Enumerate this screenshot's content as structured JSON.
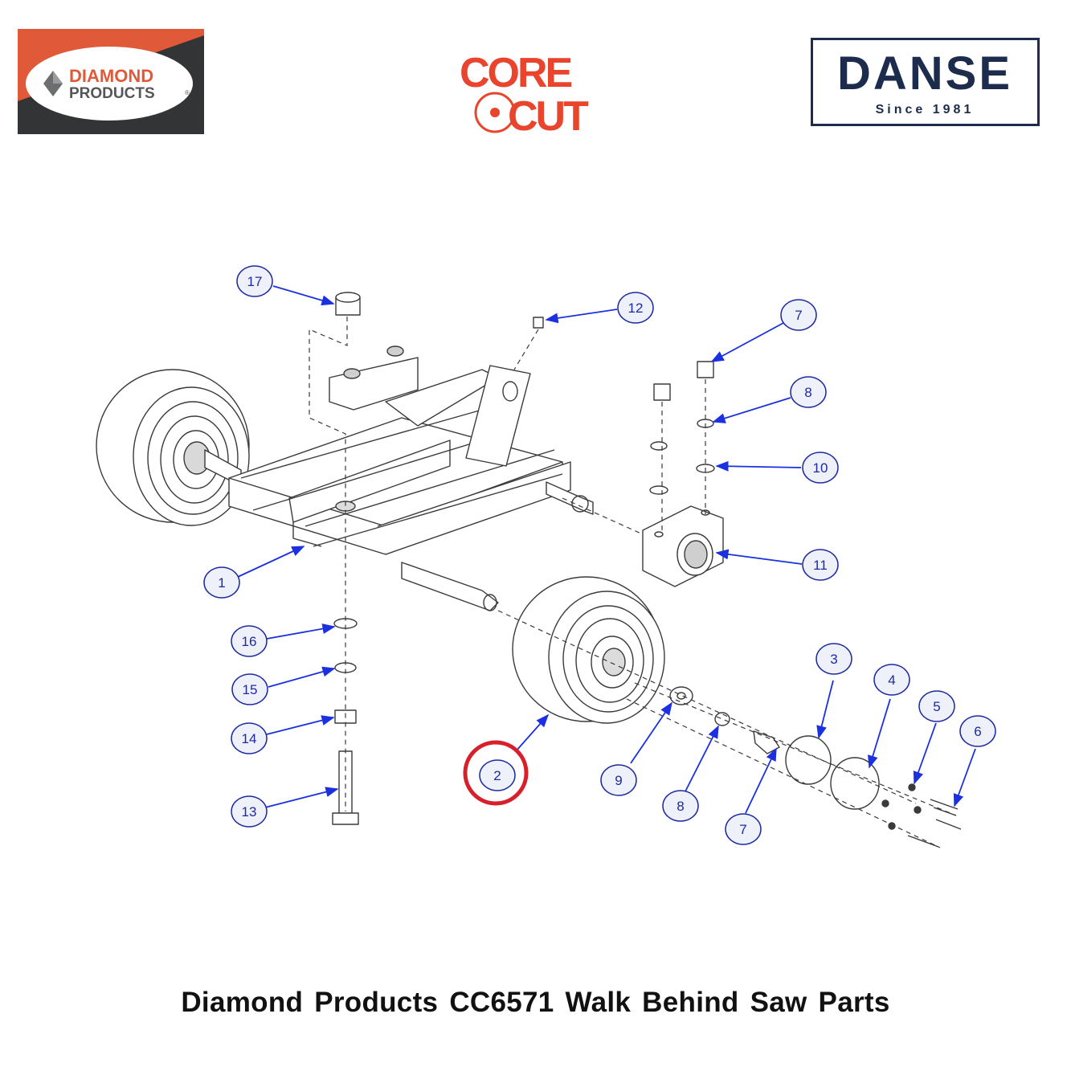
{
  "logos": {
    "diamond_products": {
      "line1": "DIAMOND",
      "line2": "PRODUCTS",
      "reg": "®"
    },
    "core_cut": {
      "line1": "CORE",
      "line2": "CUT"
    },
    "danse": {
      "name": "DANSE",
      "tagline": "Since 1981"
    }
  },
  "colors": {
    "dp_orange": "#e05a3a",
    "dp_dark": "#333436",
    "corecut_red": "#e8452c",
    "danse_navy": "#1d2c4c",
    "callout_blue": "#1e2aa0",
    "callout_fill": "#eef0fa",
    "arrow_blue": "#1b30e0",
    "highlight_red": "#d8202a",
    "line_art": "#3a3a3a"
  },
  "callouts": [
    {
      "label": "17"
    },
    {
      "label": "12"
    },
    {
      "label": "7"
    },
    {
      "label": "8"
    },
    {
      "label": "10"
    },
    {
      "label": "11"
    },
    {
      "label": "1"
    },
    {
      "label": "16"
    },
    {
      "label": "15"
    },
    {
      "label": "14"
    },
    {
      "label": "13"
    },
    {
      "label": "2"
    },
    {
      "label": "9"
    },
    {
      "label": "8"
    },
    {
      "label": "7"
    },
    {
      "label": "3"
    },
    {
      "label": "4"
    },
    {
      "label": "5"
    },
    {
      "label": "6"
    }
  ],
  "highlighted_part": "2",
  "footer": {
    "title": "Diamond Products CC6571 Walk Behind Saw Parts"
  }
}
